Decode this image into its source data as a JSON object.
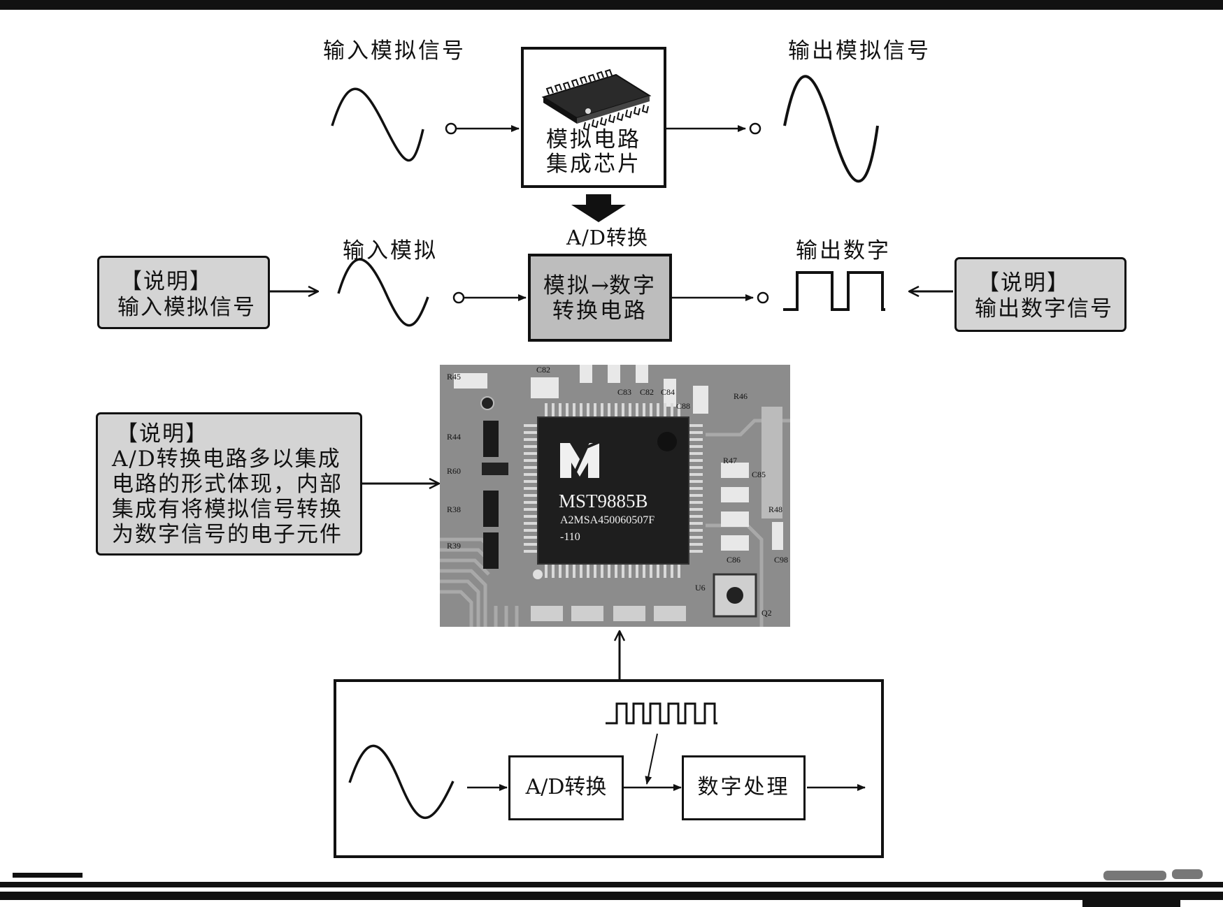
{
  "top_row": {
    "input_label": "输入模拟信号",
    "output_label": "输出模拟信号",
    "chip_box_line1": "模拟电路",
    "chip_box_line2": "集成芯片"
  },
  "conversion_label": "A/D转换",
  "middle_row": {
    "left_note_title": "【说明】",
    "left_note_text": "输入模拟信号",
    "input_label": "输入模拟",
    "converter_line1_a": "模拟",
    "converter_line1_b": "数字",
    "converter_line2": "转换电路",
    "output_label": "输出数字",
    "right_note_title": "【说明】",
    "right_note_text": "输出数字信号"
  },
  "pcb_note": {
    "title": "【说明】",
    "lines": [
      "A/D转换电路多以集成",
      "电路的形式体现，内部",
      "集成有将模拟信号转换",
      "为数字信号的电子元件"
    ]
  },
  "pcb_photo": {
    "chip_model": "MST9885B",
    "chip_code": "A2MSA450060507F",
    "chip_suffix": "-110",
    "silkscreen": [
      "R45",
      "C82",
      "C83",
      "C82",
      "C84",
      "C88",
      "R46",
      "R44",
      "R60",
      "R38",
      "R39",
      "R47",
      "C85",
      "R48",
      "C86",
      "C98",
      "U6",
      "Q2"
    ]
  },
  "bottom_diagram": {
    "ad_block": "A/D转换",
    "dsp_block": "数字处理"
  }
}
